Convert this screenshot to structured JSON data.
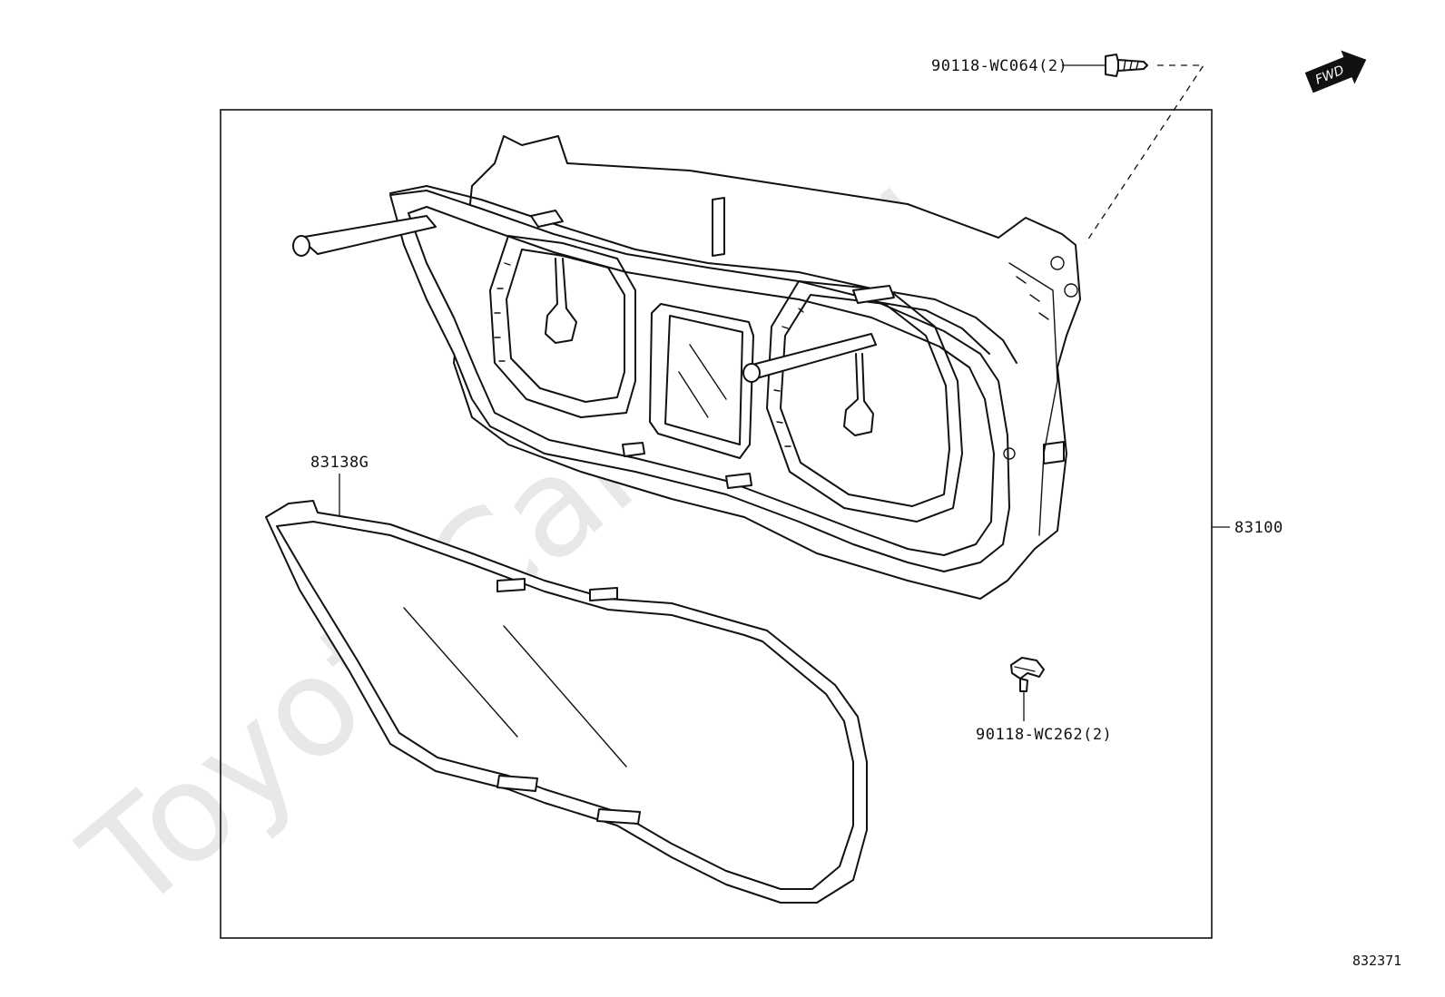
{
  "watermark": "ToyotaCamry.ru",
  "fwd_label": "FWD",
  "diagram_number": "832371",
  "parts": {
    "screw": {
      "label": "90118-WC064(2)",
      "icon": "screw-icon"
    },
    "clip": {
      "label": "90118-WC262(2)",
      "icon": "clip-icon"
    },
    "lens": {
      "label": "83138G"
    },
    "meter_assembly": {
      "label": "83100"
    }
  }
}
